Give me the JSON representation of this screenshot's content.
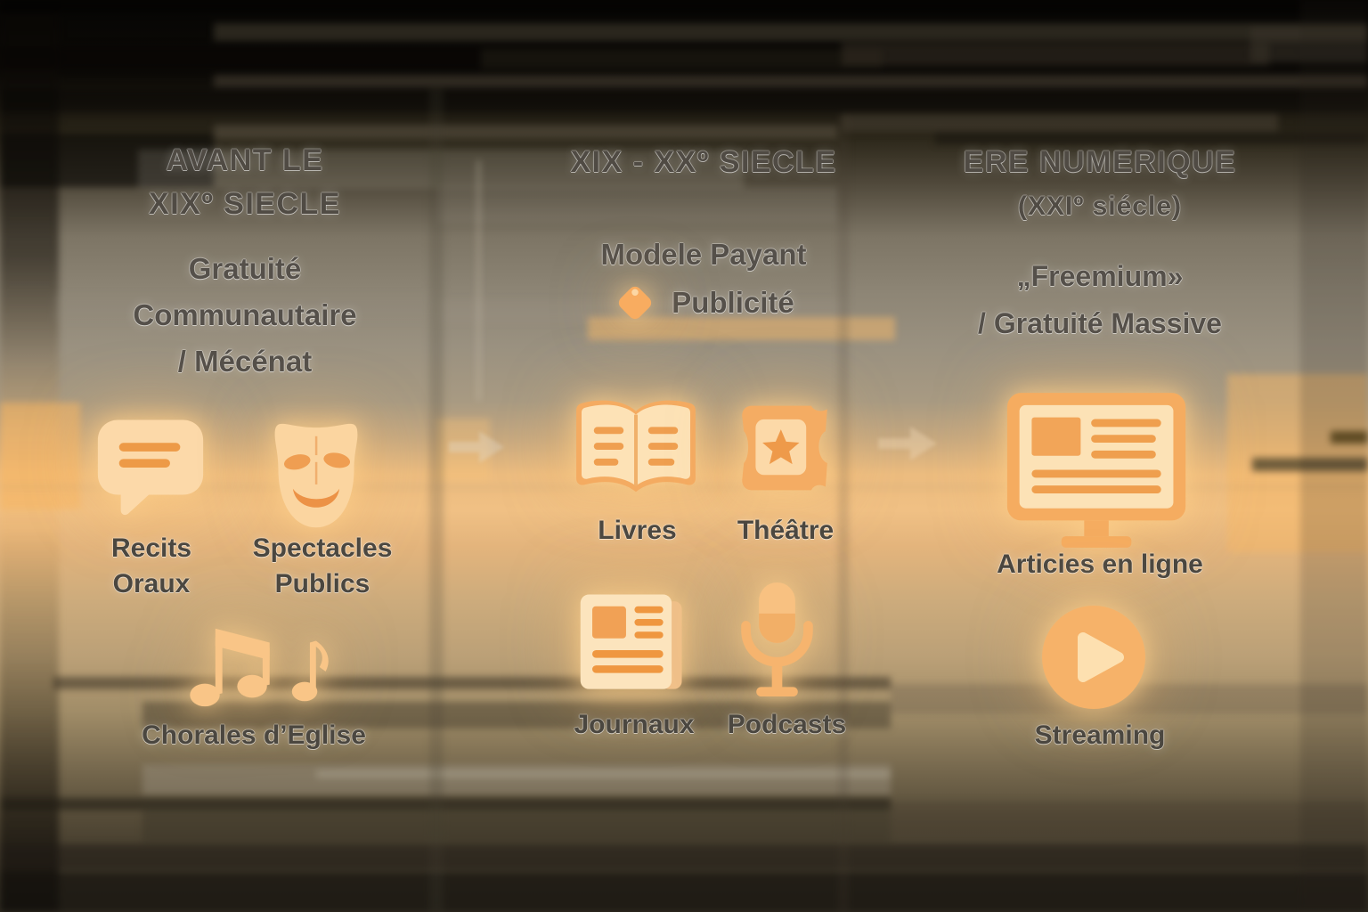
{
  "columns": [
    {
      "name": "avant-le-xix-siecle",
      "title_lines": [
        "AVANT LE",
        "XIXº SIECLE"
      ],
      "subtitle_lines": [
        "Gratuité",
        "Communautaire",
        "/ Mécénat"
      ],
      "items": [
        {
          "icon": "speech-bubble-icon",
          "label_lines": [
            "Recits",
            "Oraux"
          ]
        },
        {
          "icon": "theater-mask-icon",
          "label_lines": [
            "Spectacles",
            "Publics"
          ]
        },
        {
          "icon": "music-notes-icon",
          "label_lines": [
            "Chorales d’Eglise"
          ]
        }
      ]
    },
    {
      "name": "xix-xx-siecle",
      "title_lines": [
        "XIX - XXº SIECLE"
      ],
      "subtitle_lines": [
        "Modele Payant",
        "Publicité"
      ],
      "subtitle_icon": "price-tag-icon",
      "items": [
        {
          "icon": "open-book-icon",
          "label_lines": [
            "Livres"
          ]
        },
        {
          "icon": "ticket-icon",
          "label_lines": [
            "Théâtre"
          ]
        },
        {
          "icon": "newspaper-icon",
          "label_lines": [
            "Journaux"
          ]
        },
        {
          "icon": "microphone-icon",
          "label_lines": [
            "Podcasts"
          ]
        }
      ]
    },
    {
      "name": "ere-numerique",
      "title_lines": [
        "ERE NUMERIQUE",
        "(XXIº siécle)"
      ],
      "subtitle_lines": [
        "„Freemium»",
        "/ Gratuité Massive"
      ],
      "items": [
        {
          "icon": "monitor-article-icon",
          "label_lines": [
            "Articies en ligne"
          ]
        },
        {
          "icon": "play-circle-icon",
          "label_lines": [
            "Streaming"
          ]
        }
      ]
    }
  ],
  "colors": {
    "icon_light": "#fcd9a9",
    "icon_mid": "#f6b169",
    "icon_deep": "#ee9c4e",
    "icon_cream": "#fde4bd",
    "text_dark": "#504b44",
    "glow_orange": "#f2bc7e"
  }
}
